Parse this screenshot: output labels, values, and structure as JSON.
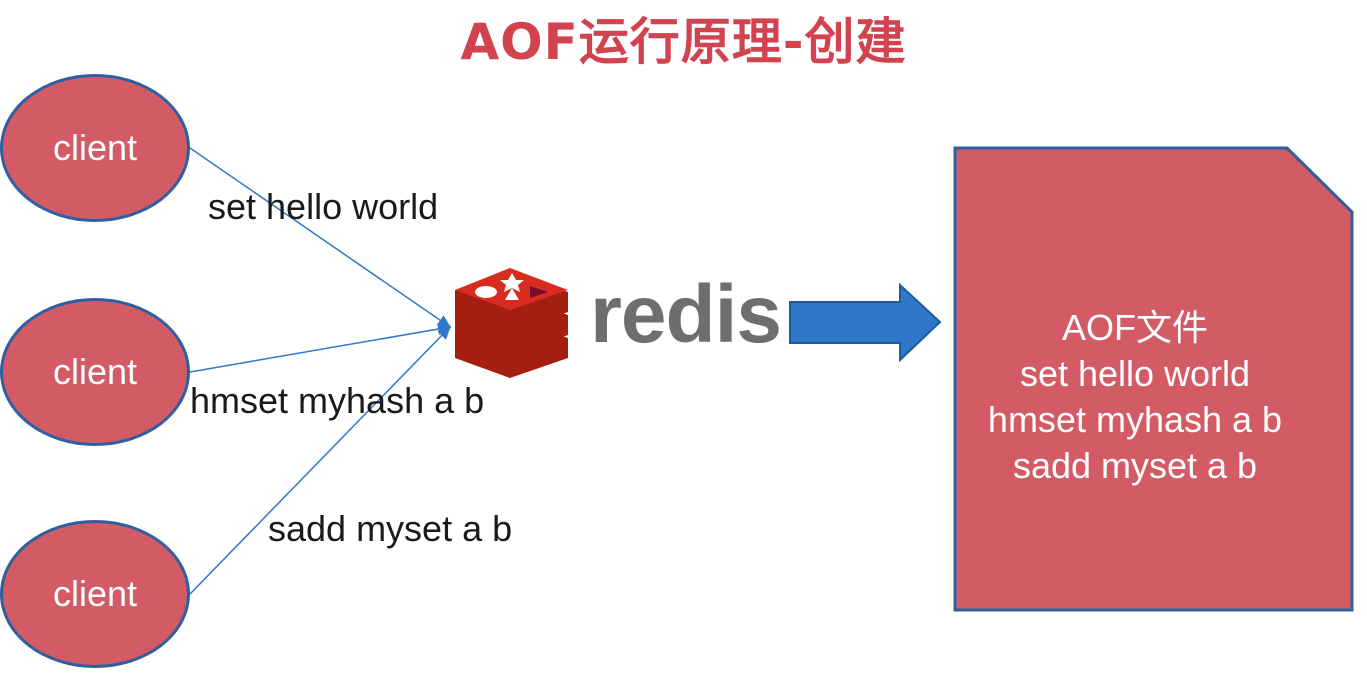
{
  "title": "AOF运行原理-创建",
  "clients": [
    {
      "label": "client"
    },
    {
      "label": "client"
    },
    {
      "label": "client"
    }
  ],
  "commands": [
    "set hello world",
    "hmset myhash a b",
    "sadd myset a b"
  ],
  "redis_label": "redis",
  "aof_file": {
    "heading": "AOF文件",
    "lines": [
      "set hello world",
      "hmset myhash a b",
      "sadd myset a b"
    ]
  },
  "colors": {
    "title": "#d2434f",
    "client_fill": "#d35b66",
    "outline": "#2f5f9e",
    "arrow": "#2e77c9",
    "file_fill": "#d35b66",
    "redis_logo": "#d82c20"
  }
}
